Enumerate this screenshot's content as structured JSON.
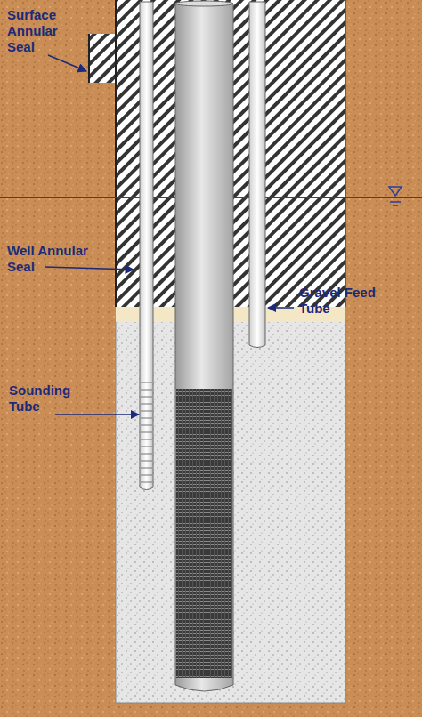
{
  "diagram": {
    "labels": [
      "Surface Annular Seal",
      "Well Annular Seal",
      "Gravel Feed Tube",
      "Sounding Tube"
    ]
  }
}
